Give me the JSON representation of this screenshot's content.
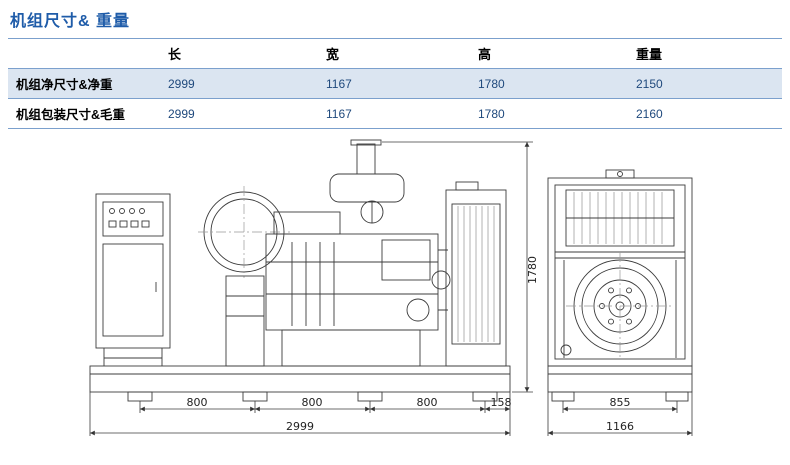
{
  "page": {
    "title": "机组尺寸& 重量"
  },
  "table": {
    "corner": "",
    "headers": [
      "长",
      "宽",
      "高",
      "重量"
    ],
    "rows": [
      {
        "label": "机组净尺寸&净重",
        "values": [
          "2999",
          "1167",
          "1780",
          "2150"
        ]
      },
      {
        "label": "机组包装尺寸&毛重",
        "values": [
          "2999",
          "1167",
          "1780",
          "2160"
        ]
      }
    ]
  },
  "drawing": {
    "side_view": {
      "bottom_segments": [
        "800",
        "800",
        "800",
        "158"
      ],
      "overall_length": "2999",
      "overall_height": "1780"
    },
    "end_view": {
      "inner_width": "855",
      "overall_width": "1166"
    }
  },
  "colors": {
    "title": "#1F5CA9",
    "value_text": "#1F497D",
    "alt_row_bg": "#DBE5F1",
    "table_border": "#7BA0CD"
  }
}
